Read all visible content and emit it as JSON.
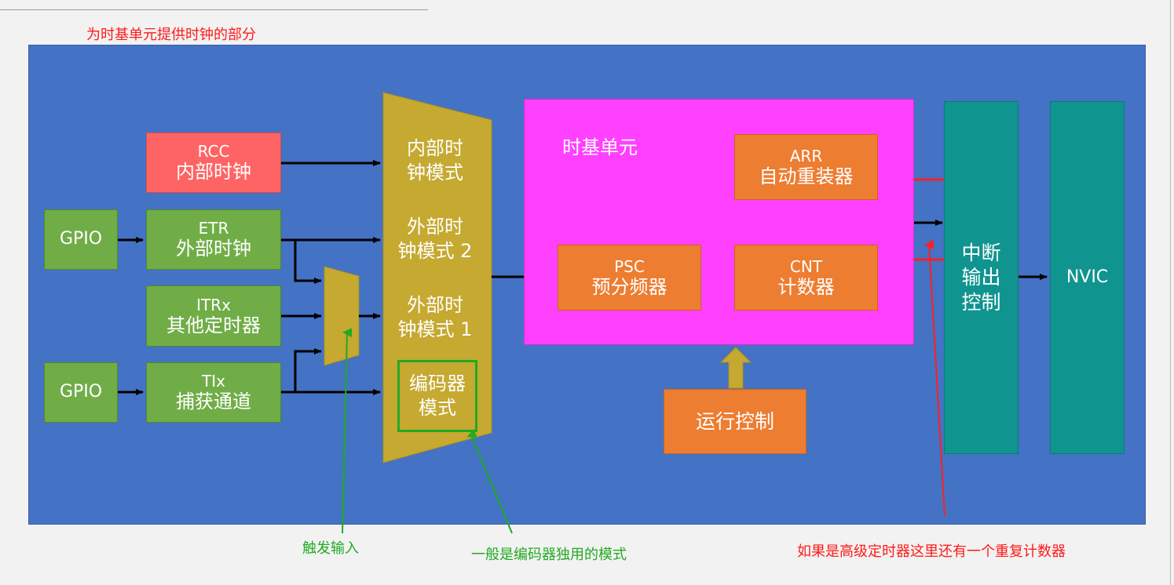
{
  "top_note": "为时基单元提供时钟的部分",
  "boxes": {
    "gpio1": "GPIO",
    "gpio2": "GPIO",
    "rcc": {
      "line1": "RCC",
      "line2": "内部时钟"
    },
    "etr": {
      "line1": "ETR",
      "line2": "外部时钟"
    },
    "itrx": {
      "line1": "ITRx",
      "line2": "其他定时器"
    },
    "tix": {
      "line1": "TIx",
      "line2": "捕获通道"
    }
  },
  "mux_modes": {
    "internal": {
      "line1": "内部时",
      "line2": "钟模式"
    },
    "external2": {
      "line1": "外部时",
      "line2": "钟模式 2"
    },
    "external1": {
      "line1": "外部时",
      "line2": "钟模式 1"
    },
    "encoder": {
      "line1": "编码器",
      "line2": "模式"
    }
  },
  "timebase": {
    "title": "时基单元",
    "arr": {
      "line1": "ARR",
      "line2": "自动重装器"
    },
    "psc": {
      "line1": "PSC",
      "line2": "预分频器"
    },
    "cnt": {
      "line1": "CNT",
      "line2": "计数器"
    }
  },
  "run_control": "运行控制",
  "interrupt": {
    "line1": "中断",
    "line2": "输出",
    "line3": "控制"
  },
  "nvic": "NVIC",
  "annotations": {
    "trigger": "触发输入",
    "encoder_note": "一般是编码器独用的模式",
    "repeat_counter": "如果是高级定时器这里还有一个重复计数器"
  },
  "colors": {
    "background": "#4472c4",
    "timebase": "#ff40ff",
    "mux": "#c5a930",
    "source_boxes": "#70ad47",
    "rcc": "#ff6464",
    "orange": "#ed7d31",
    "interrupt": "#0f9490",
    "highlight_red": "#ff2020",
    "highlight_green": "#22aa22"
  }
}
